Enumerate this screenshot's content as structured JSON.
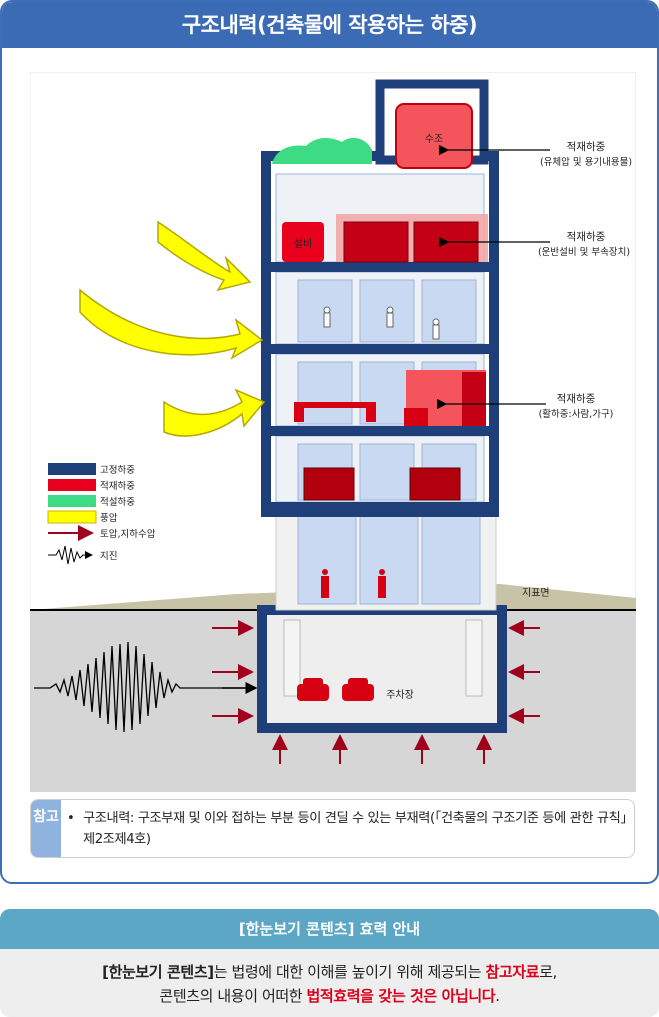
{
  "page": {
    "title": "구조내력(건축물에 작용하는 하중)"
  },
  "diagram": {
    "labels": {
      "water_tank": "수조",
      "equipment": "설비",
      "parking": "주차장",
      "ground_surface": "지표면"
    },
    "callouts": [
      {
        "title": "적재하중",
        "detail": "(유체압 및 용기내용물)"
      },
      {
        "title": "적재하중",
        "detail": "(운반설비 및 부속장치)"
      },
      {
        "title": "적재하중",
        "detail": "(활하중:사람,가구)"
      }
    ],
    "legend": [
      {
        "label": "고정하중",
        "color": "#1f3f7a",
        "kind": "swatch"
      },
      {
        "label": "적재하중",
        "color": "#e8001c",
        "kind": "swatch"
      },
      {
        "label": "적설하중",
        "color": "#3ddc84",
        "kind": "swatch"
      },
      {
        "label": "풍압",
        "color": "#ffff00",
        "kind": "swatch"
      },
      {
        "label": "토압,지하수압",
        "color": "#a0001c",
        "kind": "arrow"
      },
      {
        "label": "지진",
        "color": "#000000",
        "kind": "wave"
      }
    ],
    "colors": {
      "frame": "#1f3f7a",
      "live_load": "#e8001c",
      "snow": "#3ddc84",
      "wind": "#ffff00",
      "earth_pressure": "#a0001c",
      "ground": "#c8c3a6",
      "underground": "#d6d6d6",
      "glass": "#c9d9f2"
    }
  },
  "note": {
    "tag": "참고",
    "text": "구조내력: 구조부재 및 이와 접하는 부분 등이 견딜 수 있는 부재력(「건축물의 구조기준 등에 관한 규칙」제2조제4호)"
  },
  "info": {
    "title": "[한눈보기 콘텐츠] 효력 안내",
    "line1_a": "[한눈보기 콘텐츠]",
    "line1_b": "는 법령에 대한 이해를 높이기 위해 제공되는 ",
    "line1_c": "참고자료",
    "line1_d": "로,",
    "line2_a": "콘텐츠의 내용이 어떠한 ",
    "line2_b": "법적효력을 갖는 것은 아닙니다",
    "line2_c": "."
  }
}
